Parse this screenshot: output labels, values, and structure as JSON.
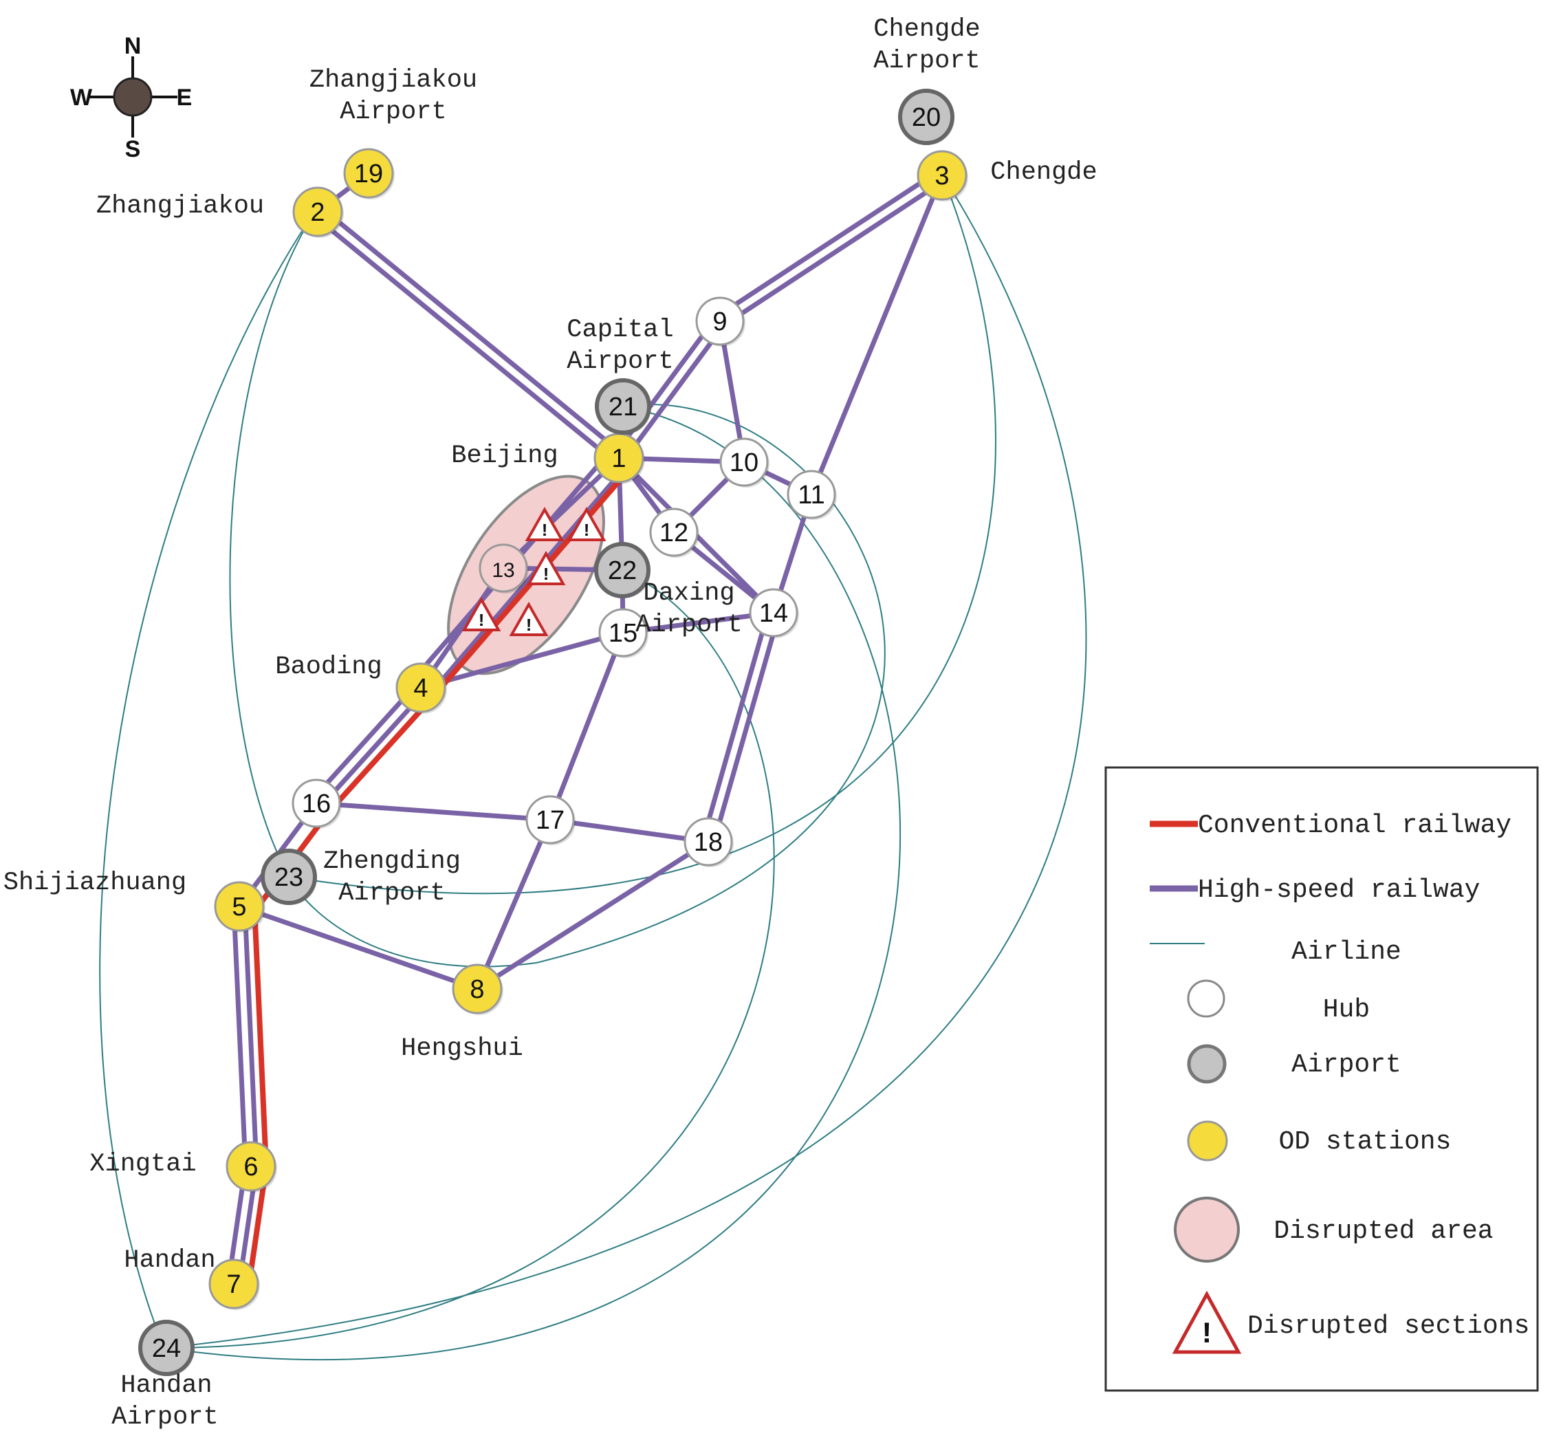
{
  "compass": {
    "n": "N",
    "e": "E",
    "s": "S",
    "w": "W"
  },
  "colors": {
    "conventional_railway": "#d93328",
    "high_speed_railway": "#7a62a6",
    "airline": "#2e7d82",
    "hub_fill": "#ffffff",
    "airport_fill": "#c4c4c4",
    "od_fill": "#f5dc3c",
    "disrupted_area_fill": "#f4cfd0",
    "disrupted_section_stroke": "#c42a2a"
  },
  "nodes": {
    "n1": {
      "id": "1",
      "type": "od"
    },
    "n2": {
      "id": "2",
      "type": "od"
    },
    "n3": {
      "id": "3",
      "type": "od"
    },
    "n4": {
      "id": "4",
      "type": "od"
    },
    "n5": {
      "id": "5",
      "type": "od"
    },
    "n6": {
      "id": "6",
      "type": "od"
    },
    "n7": {
      "id": "7",
      "type": "od"
    },
    "n8": {
      "id": "8",
      "type": "od"
    },
    "n9": {
      "id": "9",
      "type": "hub"
    },
    "n10": {
      "id": "10",
      "type": "hub"
    },
    "n11": {
      "id": "11",
      "type": "hub"
    },
    "n12": {
      "id": "12",
      "type": "hub"
    },
    "n13": {
      "id": "13",
      "type": "hub-disrupted"
    },
    "n14": {
      "id": "14",
      "type": "hub"
    },
    "n15": {
      "id": "15",
      "type": "hub"
    },
    "n16": {
      "id": "16",
      "type": "hub"
    },
    "n17": {
      "id": "17",
      "type": "hub"
    },
    "n18": {
      "id": "18",
      "type": "hub"
    },
    "n19": {
      "id": "19",
      "type": "od"
    },
    "n20": {
      "id": "20",
      "type": "airport"
    },
    "n21": {
      "id": "21",
      "type": "airport"
    },
    "n22": {
      "id": "22",
      "type": "airport"
    },
    "n23": {
      "id": "23",
      "type": "airport"
    },
    "n24": {
      "id": "24",
      "type": "airport"
    }
  },
  "labels": {
    "zhangjiakou_airport": [
      "Zhangjiakou",
      "Airport"
    ],
    "zhangjiakou": "Zhangjiakou",
    "chengde_airport": [
      "Chengde",
      "Airport"
    ],
    "chengde": "Chengde",
    "capital_airport": [
      "Capital",
      "Airport"
    ],
    "beijing": "Beijing",
    "daxing_airport": [
      "Daxing",
      "Airport"
    ],
    "baoding": "Baoding",
    "zhengding_airport": [
      "Zhengding",
      "Airport"
    ],
    "shijiazhuang": "Shijiazhuang",
    "hengshui": "Hengshui",
    "xingtai": "Xingtai",
    "handan": "Handan",
    "handan_airport": [
      "Handan",
      "Airport"
    ]
  },
  "legend": {
    "conventional_railway": "Conventional railway",
    "high_speed_railway": "High-speed railway",
    "airline": "Airline",
    "hub": "Hub",
    "airport": "Airport",
    "od_stations": "OD stations",
    "disrupted_area": "Disrupted area",
    "disrupted_sections": "Disrupted sections"
  },
  "network": {
    "high_speed_double": [
      [
        "n2",
        "n1"
      ],
      [
        "n3",
        "n9"
      ],
      [
        "n9",
        "n1"
      ],
      [
        "n14",
        "n18"
      ],
      [
        "n4",
        "n16"
      ],
      [
        "n5",
        "n6"
      ],
      [
        "n6",
        "n7"
      ]
    ],
    "high_speed_single": [
      [
        "n1",
        "n10"
      ],
      [
        "n10",
        "n11"
      ],
      [
        "n9",
        "n10"
      ],
      [
        "n1",
        "n12"
      ],
      [
        "n1",
        "n22"
      ],
      [
        "n1",
        "n14"
      ],
      [
        "n12",
        "n14"
      ],
      [
        "n12",
        "n10"
      ],
      [
        "n3",
        "n11"
      ],
      [
        "n11",
        "n14"
      ],
      [
        "n22",
        "n15"
      ],
      [
        "n15",
        "n14"
      ],
      [
        "n15",
        "n4"
      ],
      [
        "n15",
        "n17"
      ],
      [
        "n16",
        "n17"
      ],
      [
        "n17",
        "n18"
      ],
      [
        "n17",
        "n8"
      ],
      [
        "n18",
        "n8"
      ],
      [
        "n5",
        "n8"
      ],
      [
        "n16",
        "n5"
      ],
      [
        "n19",
        "n2"
      ],
      [
        "n21",
        "n1"
      ]
    ],
    "conventional": [
      [
        "n1",
        "n4"
      ],
      [
        "n4",
        "n16"
      ],
      [
        "n16",
        "n5"
      ],
      [
        "n5",
        "n6"
      ],
      [
        "n6",
        "n7"
      ]
    ],
    "airlines": [
      [
        "n2",
        "n24"
      ],
      [
        "n2",
        "n23"
      ],
      [
        "n3",
        "n23"
      ],
      [
        "n3",
        "n24"
      ],
      [
        "n21",
        "n23"
      ],
      [
        "n24",
        "n22"
      ],
      [
        "n24",
        "n21"
      ]
    ]
  }
}
